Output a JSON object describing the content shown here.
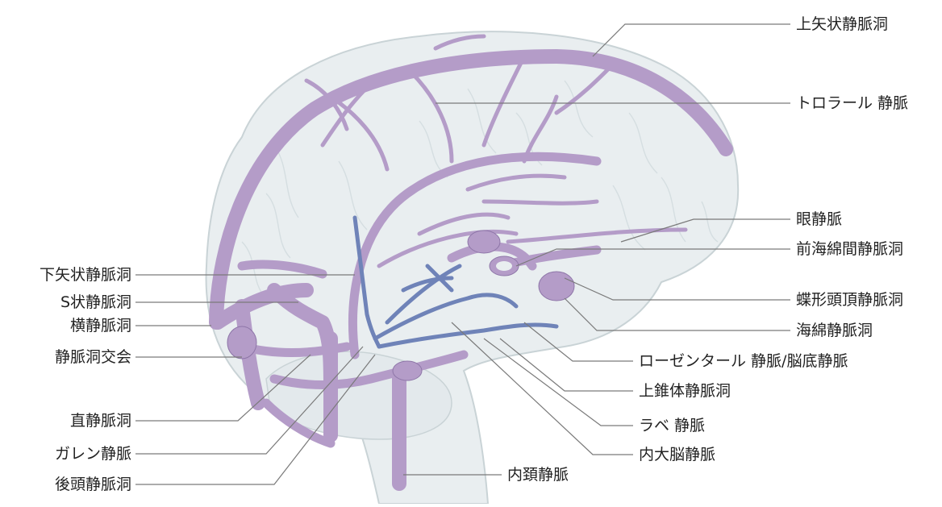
{
  "diagram": {
    "colors": {
      "brain_fill": "#e9eef0",
      "brain_stroke": "#c9d3d6",
      "sinus_purple": "#b49cc8",
      "sinus_purple_dark": "#8e76a8",
      "vein_blue": "#6f83b8",
      "leader_line": "#7a7a7a"
    },
    "labels_right": [
      "上矢状静脈洞",
      "トロラール 静脈",
      "眼静脈",
      "前海綿間静脈洞",
      "蝶形頭頂静脈洞",
      "海綿静脈洞",
      "ローゼンタール 静脈/脳底静脈",
      "上錐体静脈洞",
      "ラベ 静脈",
      "内大脳静脈"
    ],
    "labels_left": [
      "下矢状静脈洞",
      "S状静脈洞",
      "横静脈洞",
      "静脈洞交会",
      "直静脈洞",
      "ガレン静脈",
      "後頭静脈洞"
    ],
    "label_bottom": "内頚静脈"
  }
}
